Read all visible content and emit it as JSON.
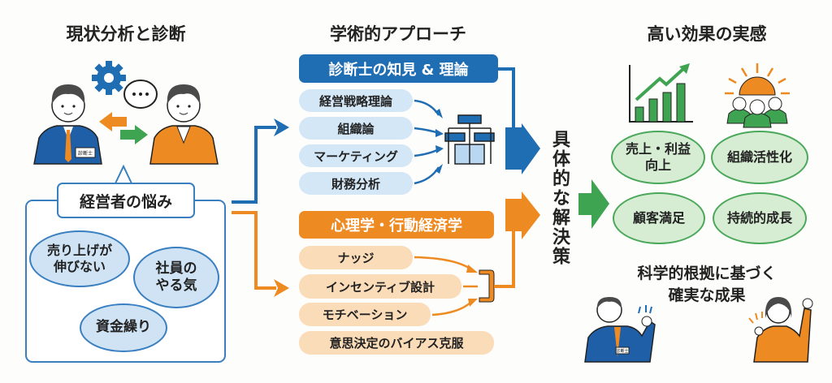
{
  "colors": {
    "blue": "#1f6db3",
    "orange": "#ee8a22",
    "green": "#3fa451",
    "light_blue": "#d3e7f6",
    "peach": "#fbdcb8",
    "light_green": "#d6edd3"
  },
  "left": {
    "title": "現状分析と診断",
    "badge": "診断士",
    "worries_label": "経営者の悩み",
    "worries": [
      "売り上げが\n伸びない",
      "社員の\nやる気",
      "資金繰り"
    ]
  },
  "middle": {
    "title": "学術的アプローチ",
    "blue_header": "診断士の知見 & 理論",
    "blue_items": [
      "経営戦略理論",
      "組織論",
      "マーケティング",
      "財務分析"
    ],
    "orange_header": "心理学・行動経済学",
    "orange_items": [
      "ナッジ",
      "インセンティブ設計",
      "モチベーション",
      "意思決定のバイアス克服"
    ],
    "solution": "具体的な解決策"
  },
  "right": {
    "title": "高い効果の実感",
    "effects": [
      "売上・利益\n向上",
      "組織活性化",
      "顧客満足",
      "持続的成長"
    ],
    "conclusion_line1": "科学的根拠に基づく",
    "conclusion_line2": "確実な成果",
    "badge": "診断士"
  }
}
